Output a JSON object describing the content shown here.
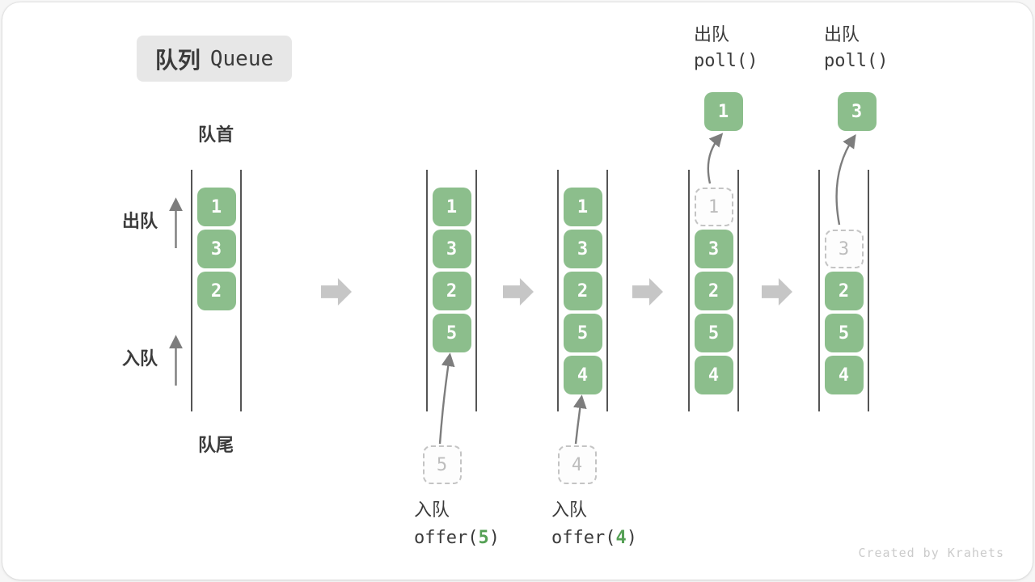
{
  "title": {
    "badge_zh": "队列",
    "badge_en": "Queue"
  },
  "side_labels": {
    "front": "队首",
    "rear": "队尾",
    "dequeue": "出队",
    "enqueue": "入队"
  },
  "colors": {
    "cell_green": "#8cbe8c",
    "code_arg_green": "#55a055",
    "wall_gray": "#555555",
    "thin_arrow_gray": "#7d7d7d",
    "block_arrow_gray": "#c6c6c6",
    "dashed_border": "#c4c4c4",
    "dashed_text": "#bdbdbd",
    "text_dark": "#3b3b3b",
    "badge_bg": "#e7e7e7",
    "watermark_gray": "#cbcbcb"
  },
  "states": [
    {
      "cells": [
        {
          "slot": 0,
          "value": "1",
          "dashed": false
        },
        {
          "slot": 1,
          "value": "3",
          "dashed": false
        },
        {
          "slot": 2,
          "value": "2",
          "dashed": false
        }
      ]
    },
    {
      "cells": [
        {
          "slot": 0,
          "value": "1",
          "dashed": false
        },
        {
          "slot": 1,
          "value": "3",
          "dashed": false
        },
        {
          "slot": 2,
          "value": "2",
          "dashed": false
        },
        {
          "slot": 3,
          "value": "5",
          "dashed": false
        }
      ],
      "enqueue": {
        "label": "入队",
        "pending_value": "5",
        "code_pre": "offer(",
        "code_arg": "5",
        "code_post": ")"
      }
    },
    {
      "cells": [
        {
          "slot": 0,
          "value": "1",
          "dashed": false
        },
        {
          "slot": 1,
          "value": "3",
          "dashed": false
        },
        {
          "slot": 2,
          "value": "2",
          "dashed": false
        },
        {
          "slot": 3,
          "value": "5",
          "dashed": false
        },
        {
          "slot": 4,
          "value": "4",
          "dashed": false
        }
      ],
      "enqueue": {
        "label": "入队",
        "pending_value": "4",
        "code_pre": "offer(",
        "code_arg": "4",
        "code_post": ")"
      }
    },
    {
      "cells": [
        {
          "slot": 0,
          "value": "1",
          "dashed": true
        },
        {
          "slot": 1,
          "value": "3",
          "dashed": false
        },
        {
          "slot": 2,
          "value": "2",
          "dashed": false
        },
        {
          "slot": 3,
          "value": "5",
          "dashed": false
        },
        {
          "slot": 4,
          "value": "4",
          "dashed": false
        }
      ],
      "dequeue": {
        "label": "出队",
        "code": "poll()",
        "result_value": "1"
      }
    },
    {
      "cells": [
        {
          "slot": 1,
          "value": "3",
          "dashed": true
        },
        {
          "slot": 2,
          "value": "2",
          "dashed": false
        },
        {
          "slot": 3,
          "value": "5",
          "dashed": false
        },
        {
          "slot": 4,
          "value": "4",
          "dashed": false
        }
      ],
      "dequeue": {
        "label": "出队",
        "code": "poll()",
        "result_value": "3"
      }
    }
  ],
  "watermark": "Created by Krahets"
}
